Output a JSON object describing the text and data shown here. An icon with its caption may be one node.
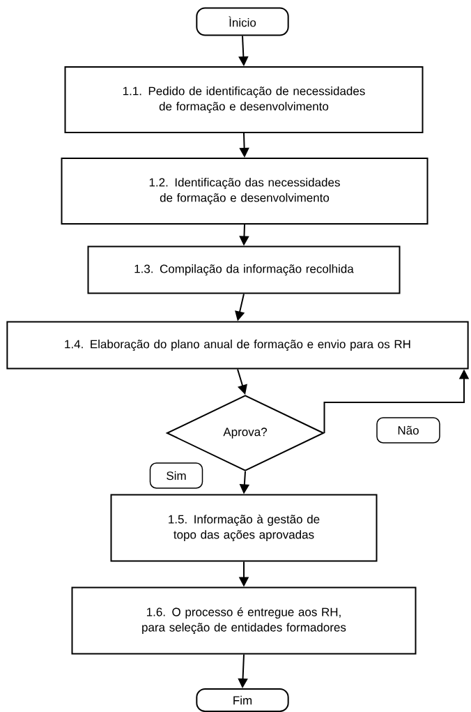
{
  "diagram": {
    "nodes": [
      {
        "text": [
          "Ìnicio"
        ]
      },
      {
        "text": [
          "1.1. Pedido de identificação de necessidades de formação e desenvolvimento"
        ]
      },
      {
        "text": [
          "1.2. Identificação das necessidades de formação e desenvolvimento"
        ]
      },
      {
        "text": [
          "1.3. Compilação da informação recolhida"
        ]
      },
      {
        "text": [
          "1.4. Elaboração do plano anual de formação e envio para os RH"
        ]
      },
      {
        "text": [
          "Aprova?"
        ]
      },
      {
        "text": [
          "1.5. Informação à gestão de topo das ações aprovadas"
        ]
      },
      {
        "text": [
          "1.6. O processo é entregue aos RH, para seleção de entidades formadores"
        ]
      },
      {
        "text": [
          "Fim"
        ]
      }
    ],
    "edges": [
      {
        "from": 0,
        "to": 1,
        "arrow": "to"
      },
      {
        "from": 1,
        "to": 2,
        "arrow": "to"
      },
      {
        "from": 2,
        "to": 3,
        "arrow": "to"
      },
      {
        "from": 3,
        "to": 4,
        "arrow": "to"
      },
      {
        "from": 4,
        "to": 5,
        "arrow": "to"
      },
      {
        "from": 5,
        "to": 4,
        "arrow": "to",
        "label": "Não"
      },
      {
        "from": 5,
        "to": 6,
        "arrow": "to",
        "label": "Sim"
      },
      {
        "from": 6,
        "to": 7,
        "arrow": "to"
      },
      {
        "from": 7,
        "to": 8,
        "arrow": "to"
      }
    ]
  }
}
